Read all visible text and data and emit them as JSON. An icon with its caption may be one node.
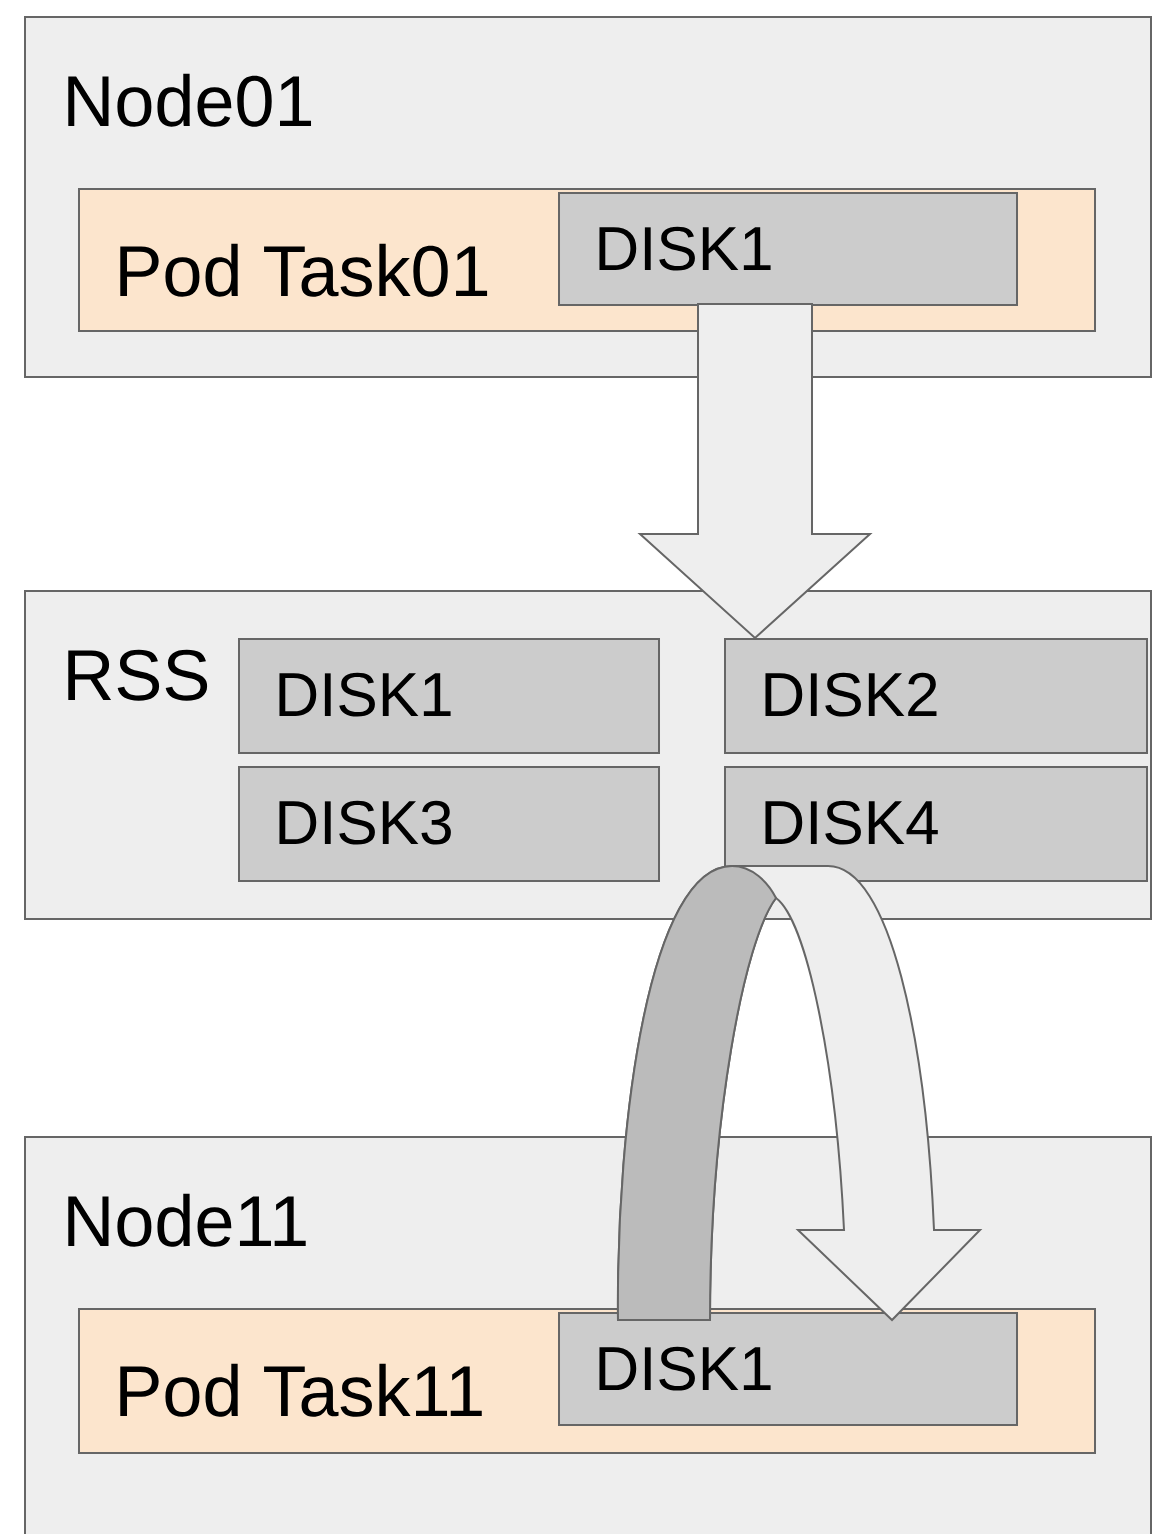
{
  "diagram": {
    "nodes": [
      {
        "text": [
          "Node01"
        ]
      },
      {
        "text": [
          "Pod Task01"
        ],
        "in": 0
      },
      {
        "text": [
          "DISK1"
        ],
        "in": 1
      },
      {
        "text": [
          "RSS"
        ]
      },
      {
        "text": [
          "DISK1"
        ],
        "in": 3
      },
      {
        "text": [
          "DISK2"
        ],
        "in": 3
      },
      {
        "text": [
          "DISK3"
        ],
        "in": 3
      },
      {
        "text": [
          "DISK4"
        ],
        "in": 3
      },
      {
        "text": [
          "Node11"
        ]
      },
      {
        "text": [
          "Pod Task11"
        ],
        "in": 8
      },
      {
        "text": [
          "DISK1"
        ],
        "in": 9
      }
    ],
    "edges": [
      {
        "from": 2,
        "to": 5,
        "arrow": "to"
      },
      {
        "from": 7,
        "to": 10,
        "arrow": "to"
      }
    ]
  }
}
